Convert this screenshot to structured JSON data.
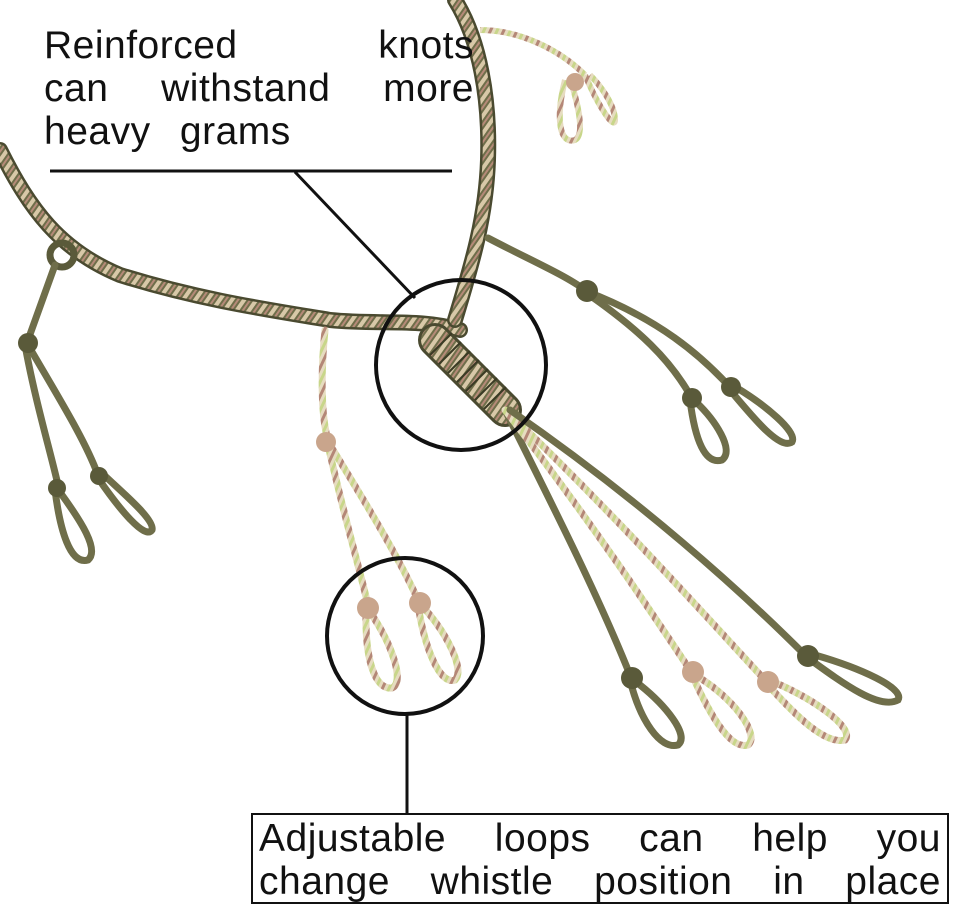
{
  "callouts": {
    "knots": {
      "lines": [
        "Reinforced knots",
        "can withstand more",
        "heavy grams"
      ]
    },
    "loops": {
      "lines": [
        "Adjustable loops can help you",
        "change whistle position in place"
      ]
    }
  },
  "colors": {
    "cord_olive": "#6f6e4a",
    "cord_dark": "#4a4a30",
    "camo_pink": "#c9a58c",
    "camo_light": "#e6dcc0",
    "camo_lime": "#c8d68a",
    "outline": "#111111"
  }
}
